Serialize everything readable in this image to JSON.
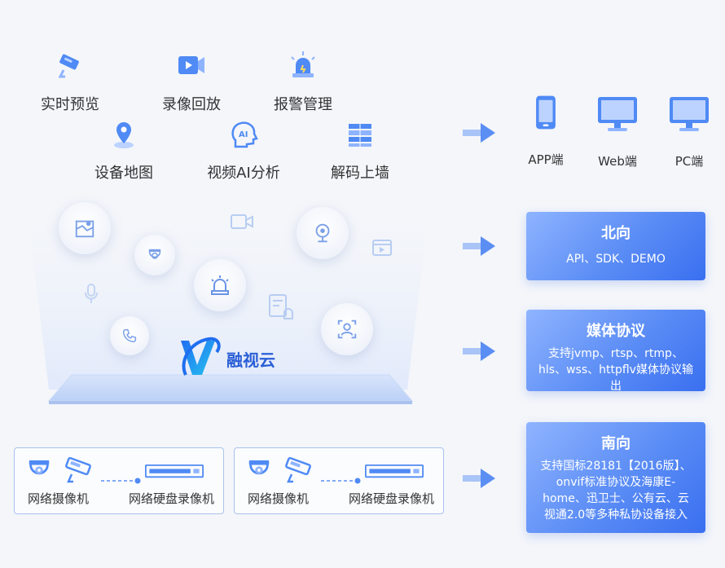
{
  "features": [
    {
      "label": "实时预览",
      "icon": "camera-icon"
    },
    {
      "label": "录像回放",
      "icon": "video-play-icon"
    },
    {
      "label": "报警管理",
      "icon": "alarm-light-icon"
    },
    {
      "label": "设备地图",
      "icon": "map-pin-icon"
    },
    {
      "label": "视频AI分析",
      "icon": "ai-head-icon"
    },
    {
      "label": "解码上墙",
      "icon": "video-wall-icon"
    }
  ],
  "clients": [
    {
      "label": "APP端",
      "icon": "phone-icon"
    },
    {
      "label": "Web端",
      "icon": "monitor-icon"
    },
    {
      "label": "PC端",
      "icon": "monitor-icon"
    }
  ],
  "platform": {
    "name": "融视云",
    "logo": "v-logo-icon"
  },
  "north": {
    "title": "北向",
    "desc": "API、SDK、DEMO"
  },
  "media": {
    "title": "媒体协议",
    "desc": "支持jvmp、rtsp、rtmp、hls、wss、httpflv媒体协议输出"
  },
  "south": {
    "title": "南向",
    "desc": "支持国标28181【2016版】、onvif标准协议及海康E-home、迅卫士、公有云、云视通2.0等多种私协设备接入"
  },
  "devices": [
    {
      "camera": "网络摄像机",
      "nvr": "网络硬盘录像机"
    },
    {
      "camera": "网络摄像机",
      "nvr": "网络硬盘录像机"
    }
  ],
  "colors": {
    "accent": "#3d7bf2",
    "icon_blue": "#4f8af5",
    "box_start": "#8fb4ff",
    "box_end": "#3a6ff0"
  }
}
